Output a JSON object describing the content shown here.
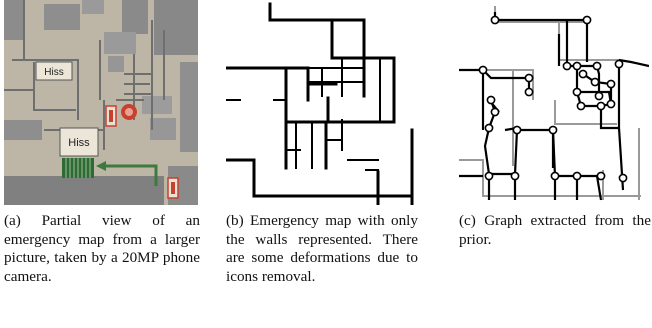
{
  "figure": {
    "panels": [
      {
        "id": "a",
        "caption": "(a) Partial view of an emergency map from a larger picture, taken by a 20MP phone camera.",
        "room_labels": [
          "Hiss",
          "Hiss"
        ]
      },
      {
        "id": "b",
        "caption": "(b) Emergency map with only the walls represented. There are some deformations due to icons removal."
      },
      {
        "id": "c",
        "caption": "(c) Graph extracted from the prior."
      }
    ]
  },
  "colors": {
    "photo_background": "#bdb6a6",
    "photo_walls": "#8a8a8a",
    "evacuation_arrow": "#3d7a3d",
    "emergency_sign": "#c8402e",
    "walls": "#000000",
    "graph_edges": "#000000",
    "prior_walls": "#9a9a9a"
  }
}
